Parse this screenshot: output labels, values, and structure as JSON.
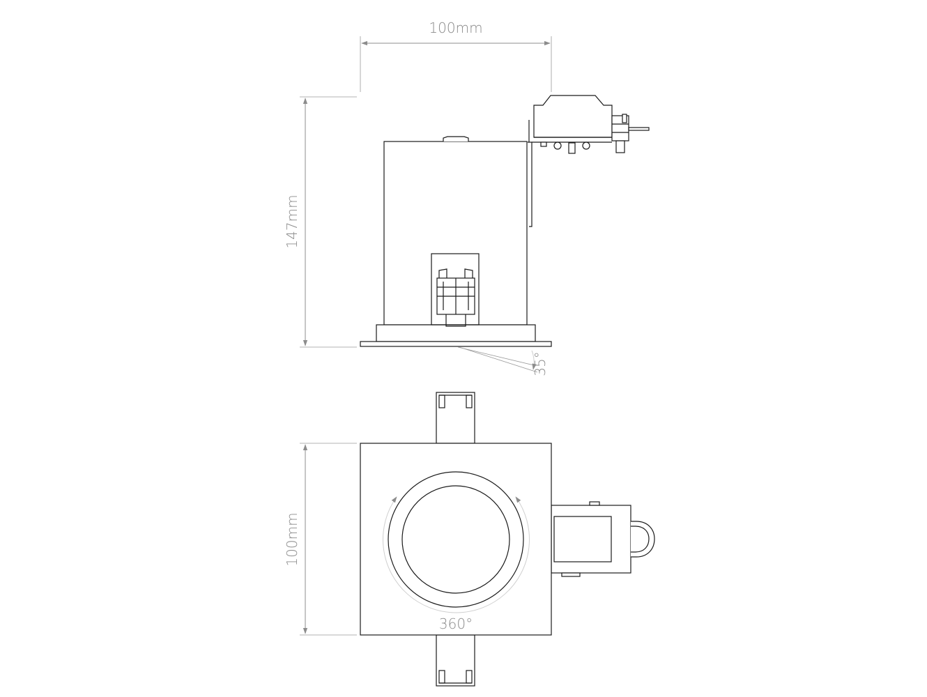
{
  "dimensions": {
    "top_width": "100mm",
    "side_height": "147mm",
    "plan_height": "100mm",
    "tilt_angle": "35°",
    "rotation_angle": "360°"
  },
  "colors": {
    "line": "#1a1a1a",
    "dimension": "#8c8c8c",
    "background": "#ffffff"
  }
}
